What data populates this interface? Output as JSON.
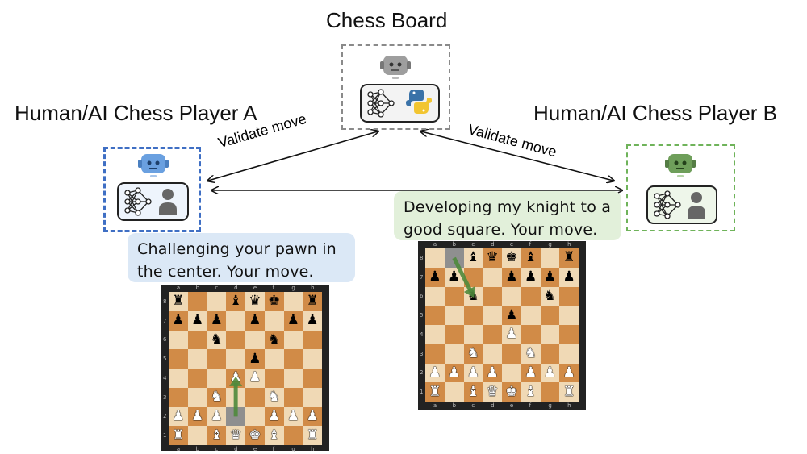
{
  "labels": {
    "chess_board": "Chess Board",
    "player_a": "Human/AI Chess Player A",
    "player_b": "Human/AI Chess Player B",
    "validate_left": "Validate move",
    "validate_right": "Validate move"
  },
  "speech": {
    "player_a": "Challenging your pawn in\nthe center. Your move.",
    "player_b": "Developing my knight to a\ngood square. Your move."
  },
  "colors": {
    "board_box": "#8a8a8a",
    "player_a_box": "#3f6fc4",
    "player_b_box": "#6fb35a",
    "speech_a_bg": "#dbe8f6",
    "speech_b_bg": "#e2f0da",
    "robot_gray": "#9e9e9e",
    "robot_blue": "#6aa0e0",
    "robot_green": "#6e9e5a",
    "move_arrow": "#4f8a3c"
  },
  "icons": {
    "board_agent": [
      "robot-icon",
      "neural-network-icon",
      "python-logo-icon"
    ],
    "player_agent": [
      "robot-icon",
      "neural-network-icon",
      "person-icon"
    ]
  },
  "chess": {
    "files": [
      "a",
      "b",
      "c",
      "d",
      "e",
      "f",
      "g",
      "h"
    ],
    "board_a": {
      "rows": [
        [
          "r",
          "",
          "",
          "b",
          "q",
          "k",
          "",
          "r"
        ],
        [
          "p",
          "p",
          "p",
          "",
          "p",
          "",
          "p",
          "p"
        ],
        [
          "",
          "",
          "n",
          "",
          "",
          "n",
          "",
          ""
        ],
        [
          "",
          "",
          "",
          "",
          "p",
          "",
          "",
          ""
        ],
        [
          "",
          "",
          "",
          "P",
          "P",
          "",
          "",
          ""
        ],
        [
          "",
          "",
          "N",
          "",
          "",
          "N",
          "",
          ""
        ],
        [
          "P",
          "P",
          "P",
          "",
          "",
          "P",
          "P",
          "P"
        ],
        [
          "R",
          "",
          "B",
          "Q",
          "K",
          "B",
          "",
          "R"
        ]
      ],
      "highlight": [
        "d2"
      ],
      "move": {
        "from": "d2",
        "to": "d4"
      }
    },
    "board_b": {
      "rows": [
        [
          "",
          "",
          "b",
          "q",
          "k",
          "b",
          "",
          "r"
        ],
        [
          "p",
          "p",
          "",
          "",
          "p",
          "p",
          "p",
          "p"
        ],
        [
          "",
          "",
          "n",
          "",
          "",
          "",
          "n",
          ""
        ],
        [
          "",
          "",
          "",
          "",
          "p",
          "",
          "",
          ""
        ],
        [
          "",
          "",
          "",
          "",
          "P",
          "",
          "",
          ""
        ],
        [
          "",
          "",
          "N",
          "",
          "",
          "N",
          "",
          ""
        ],
        [
          "P",
          "P",
          "P",
          "P",
          "",
          "P",
          "P",
          "P"
        ],
        [
          "R",
          "",
          "B",
          "Q",
          "K",
          "B",
          "",
          "R"
        ]
      ],
      "highlight": [
        "b8"
      ],
      "move": {
        "from": "b8",
        "to": "c6"
      }
    }
  }
}
